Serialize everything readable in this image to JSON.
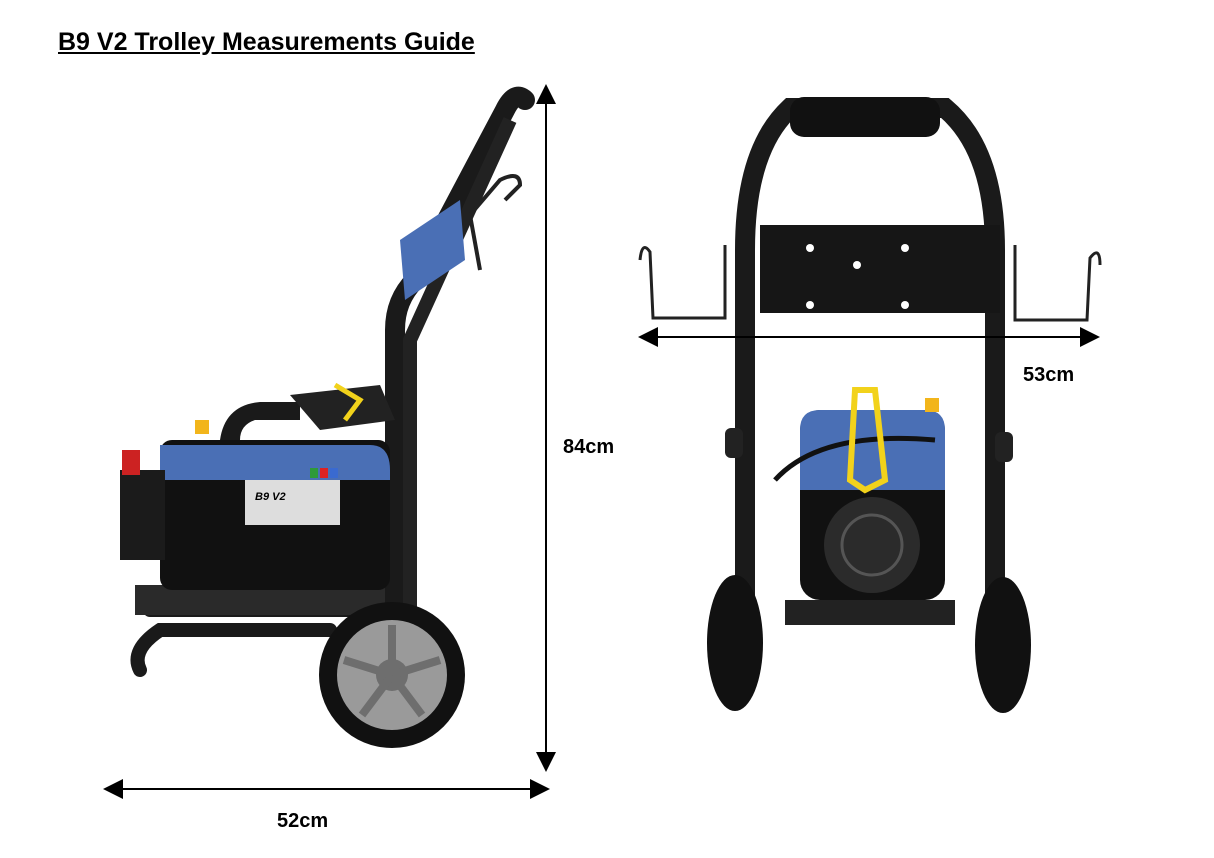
{
  "title": "B9 V2 Trolley Measurements Guide",
  "dimensions": {
    "height": "84cm",
    "depth": "52cm",
    "width": "53cm"
  },
  "product_label": "B9 V2",
  "colors": {
    "body_blue": "#4a6fb5",
    "frame": "#1a1a1a",
    "wheel_hub": "#9a9a9a",
    "handle_yellow": "#f2d21b"
  }
}
